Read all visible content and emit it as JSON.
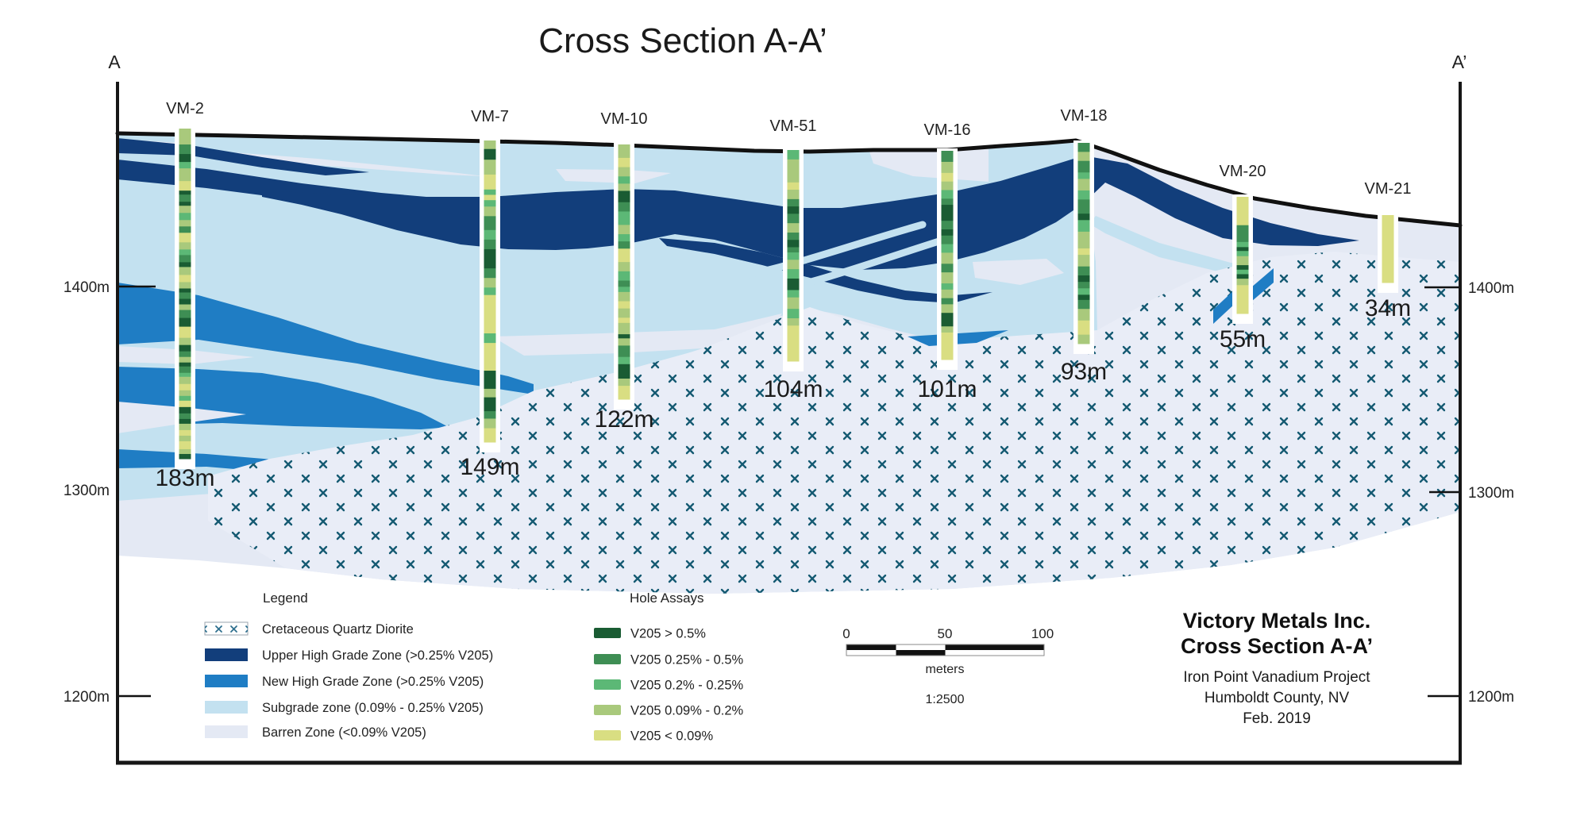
{
  "title": "Cross Section A-A’",
  "markers": {
    "left": "A",
    "right": "A’"
  },
  "axis": {
    "left": [
      "1400m",
      "1300m",
      "1200m"
    ],
    "right": [
      "1400m",
      "1300m",
      "1200m"
    ]
  },
  "holes": [
    {
      "name": "VM-2",
      "depth": "183m"
    },
    {
      "name": "VM-7",
      "depth": "149m"
    },
    {
      "name": "VM-10",
      "depth": "122m"
    },
    {
      "name": "VM-51",
      "depth": "104m"
    },
    {
      "name": "VM-16",
      "depth": "101m"
    },
    {
      "name": "VM-18",
      "depth": "93m"
    },
    {
      "name": "VM-20",
      "depth": "55m"
    },
    {
      "name": "VM-21",
      "depth": "34m"
    }
  ],
  "legend": {
    "title": "Legend",
    "items": [
      {
        "label": "Cretaceous Quartz Diorite",
        "type": "pattern"
      },
      {
        "label": "Upper High Grade Zone (>0.25% V205)",
        "color": "#123e7b"
      },
      {
        "label": "New High Grade Zone (>0.25% V205)",
        "color": "#1f7dc4"
      },
      {
        "label": "Subgrade zone (0.09% - 0.25% V205)",
        "color": "#c3e1f0"
      },
      {
        "label": "Barren Zone (<0.09% V205)",
        "color": "#e4e9f4"
      }
    ]
  },
  "hole_assays": {
    "title": "Hole Assays",
    "items": [
      {
        "label": "V205 > 0.5%",
        "color": "#1a5c33"
      },
      {
        "label": "V205 0.25% - 0.5%",
        "color": "#3e8e54"
      },
      {
        "label": "V205 0.2% - 0.25%",
        "color": "#5cb876"
      },
      {
        "label": "V205 0.09% - 0.2%",
        "color": "#a9c97c"
      },
      {
        "label": "V205 < 0.09%",
        "color": "#d9de82"
      }
    ]
  },
  "scale_bar": {
    "labels": [
      "0",
      "50",
      "100"
    ],
    "unit": "meters",
    "ratio": "1:2500"
  },
  "title_block": {
    "line1": "Victory Metals Inc.",
    "line2": "Cross Section A-A’",
    "line3": "Iron Point Vanadium Project",
    "line4": "Humboldt County, NV",
    "line5": "Feb. 2019"
  },
  "colors": {
    "surface_line": "#111111",
    "frame": "#161616",
    "upper_high_grade": "#123e7b",
    "new_high_grade": "#1f7dc4",
    "subgrade": "#c3e1f0",
    "barren": "#e4e9f4",
    "diorite_background": "#e9edf7",
    "diorite_cross": "#155a72"
  }
}
